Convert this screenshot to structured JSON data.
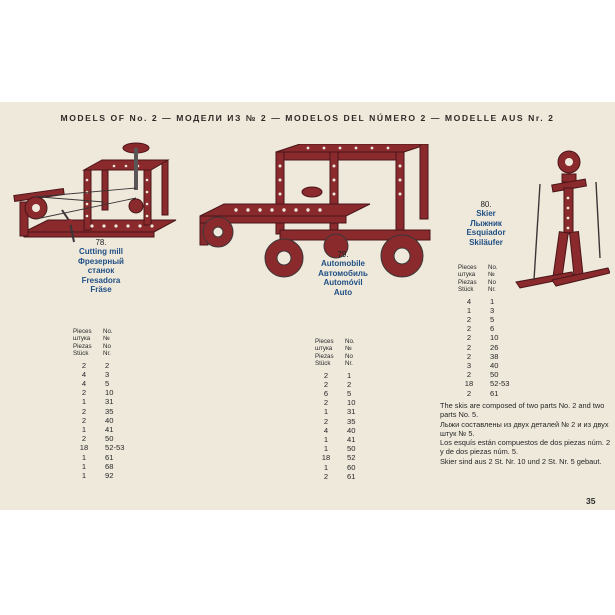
{
  "header": {
    "title": "MODELS OF No. 2 — МОДЕЛИ ИЗ № 2 — MODELOS DEL NÚMERO 2 — MODELLE AUS Nr. 2"
  },
  "models": [
    {
      "number": "78.",
      "names": [
        "Cutting mill",
        "Фрезерный",
        "станок",
        "Fresadora",
        "Fräse"
      ],
      "parts_header": {
        "pieces": [
          "Pieces",
          "штука",
          "Piezas",
          "Stück"
        ],
        "nos": [
          "No.",
          "№",
          "No",
          "Nr."
        ]
      },
      "rows": [
        [
          "2",
          "2"
        ],
        [
          "4",
          "3"
        ],
        [
          "4",
          "5"
        ],
        [
          "2",
          "10"
        ],
        [
          "1",
          "31"
        ],
        [
          "2",
          "35"
        ],
        [
          "2",
          "40"
        ],
        [
          "1",
          "41"
        ],
        [
          "2",
          "50"
        ],
        [
          "18",
          "52-53"
        ],
        [
          "1",
          "61"
        ],
        [
          "1",
          "68"
        ],
        [
          "1",
          "92"
        ]
      ]
    },
    {
      "number": "79.",
      "names": [
        "Automobile",
        "Автомобиль",
        "Automóvil",
        "Auto"
      ],
      "parts_header": {
        "pieces": [
          "Pieces",
          "штука",
          "Piezas",
          "Stück"
        ],
        "nos": [
          "No.",
          "№",
          "No",
          "Nr."
        ]
      },
      "rows": [
        [
          "2",
          "1"
        ],
        [
          "2",
          "2"
        ],
        [
          "6",
          "5"
        ],
        [
          "2",
          "10"
        ],
        [
          "1",
          "31"
        ],
        [
          "2",
          "35"
        ],
        [
          "4",
          "40"
        ],
        [
          "1",
          "41"
        ],
        [
          "1",
          "50"
        ],
        [
          "18",
          "52"
        ],
        [
          "1",
          "60"
        ],
        [
          "2",
          "61"
        ]
      ]
    },
    {
      "number": "80.",
      "names": [
        "Skier",
        "Лыжник",
        "Esquiador",
        "Skiläufer"
      ],
      "parts_header": {
        "pieces": [
          "Pieces",
          "штука",
          "Piezas",
          "Stück"
        ],
        "nos": [
          "No.",
          "№",
          "No",
          "Nr."
        ]
      },
      "rows": [
        [
          "4",
          "1"
        ],
        [
          "1",
          "3"
        ],
        [
          "2",
          "5"
        ],
        [
          "2",
          "6"
        ],
        [
          "2",
          "10"
        ],
        [
          "2",
          "26"
        ],
        [
          "2",
          "38"
        ],
        [
          "3",
          "40"
        ],
        [
          "2",
          "50"
        ],
        [
          "18",
          "52-53"
        ],
        [
          "2",
          "61"
        ]
      ]
    }
  ],
  "note": {
    "en": "The skis are composed of two parts No. 2 and two parts No. 5.",
    "ru": "Лыжи составлены из двух деталей № 2 и из двух штук № 5.",
    "es": "Los esquís están compuestos de dos piezas núm. 2 y de dos piezas núm. 5.",
    "de": "Skier sind aus 2 St. Nr. 10 und 2 St. Nr. 5 gebaut."
  },
  "page_number": "35",
  "colors": {
    "ink": "#8a2a2d",
    "paper": "#efe9dc",
    "title_blue": "#1f4f83"
  }
}
